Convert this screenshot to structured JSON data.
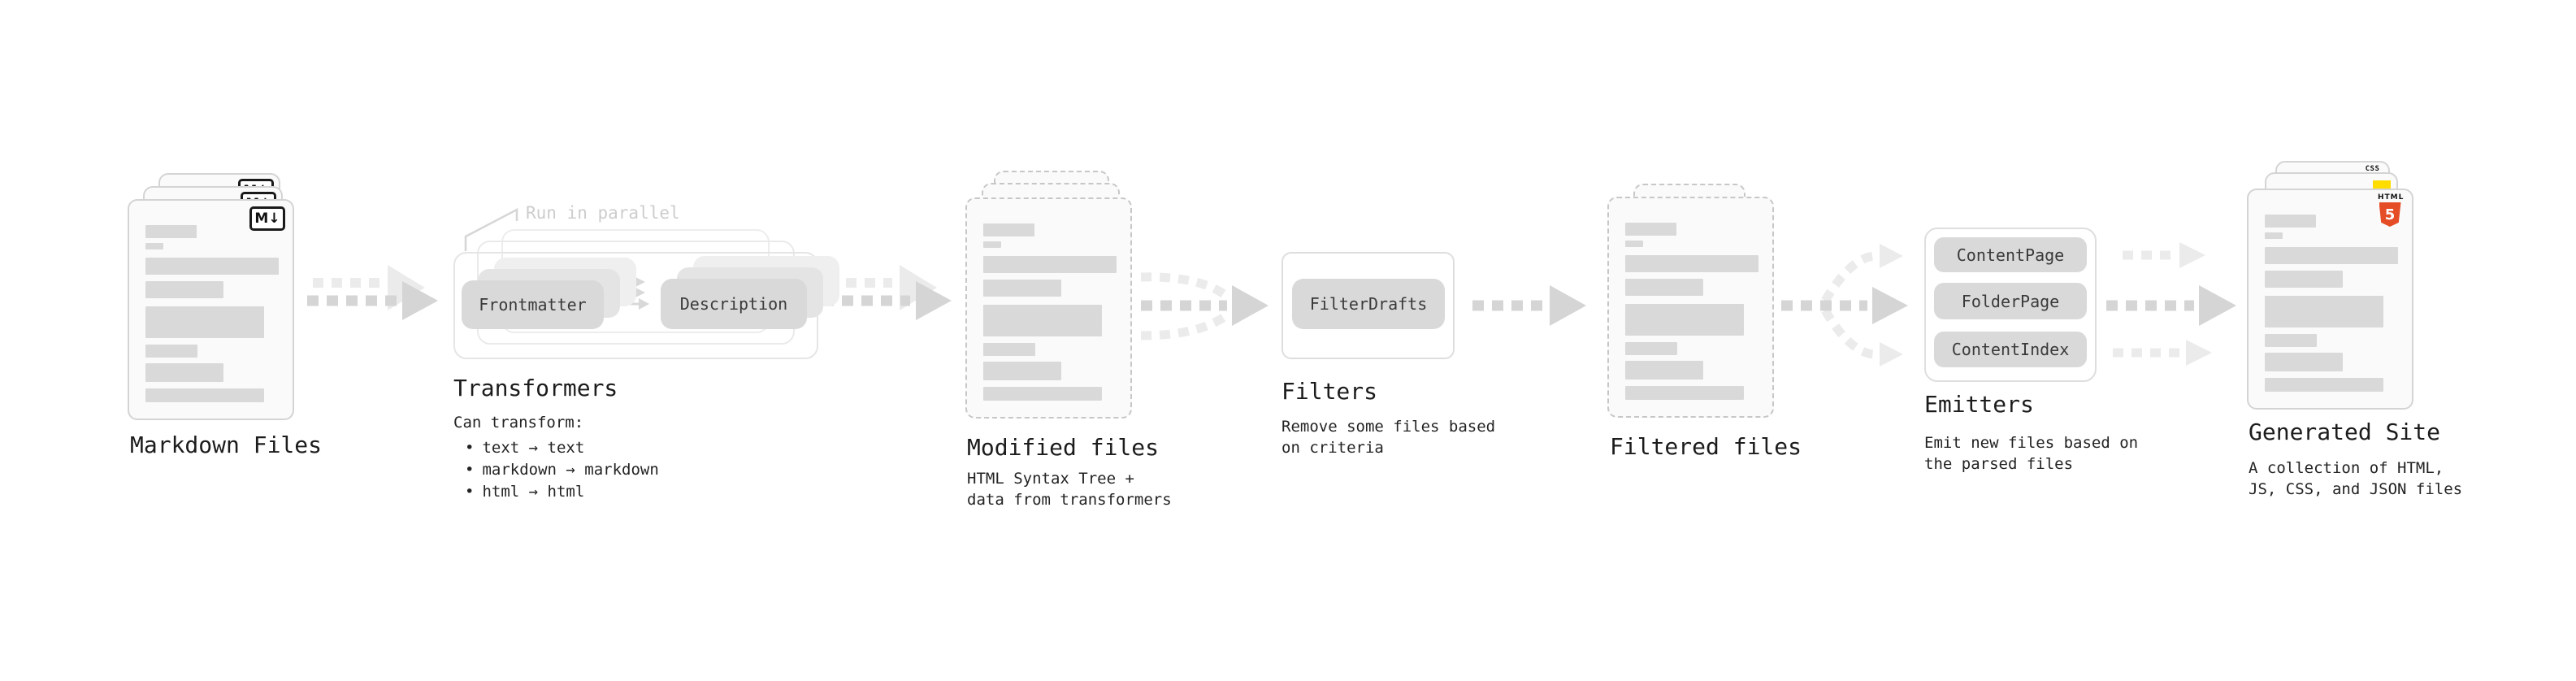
{
  "colors": {
    "doc_fill": "#fafafa",
    "doc_border": "#d4d4d4",
    "doc_border_dashed": "#c7c7c7",
    "bar": "#d9d9d9",
    "button_fill": "#d9d9d9",
    "button_layer_1": "#e4e4e4",
    "button_layer_2": "#efefef",
    "box_border": "#dedede",
    "tbox_front": "#e5e5e5",
    "tbox_mid": "#eaeaea",
    "tbox_back": "#ededed",
    "arrow": "#d5d5d5",
    "arrow_light": "#ebebeb",
    "heading": "#1c1c1c",
    "body": "#232323",
    "button_text": "#3a3a3a",
    "annotation": "#cdcdcd",
    "html5_orange": "#e44d26",
    "js_yellow": "#ffdd00",
    "css_blue": "#2e6df6"
  },
  "stages": {
    "markdown_files": {
      "title": "Markdown Files",
      "badge": "M↓"
    },
    "transformers": {
      "title": "Transformers",
      "annotation": "Run in parallel",
      "buttons": [
        "Frontmatter",
        "Description"
      ],
      "desc_intro": "Can transform:",
      "bullet_char": "•",
      "bullets": [
        "text → text",
        "markdown → markdown",
        "html → html"
      ]
    },
    "modified_files": {
      "title": "Modified files",
      "desc_lines": [
        "HTML Syntax Tree +",
        "data from transformers"
      ]
    },
    "filters": {
      "title": "Filters",
      "buttons": [
        "FilterDrafts"
      ],
      "desc_lines": [
        "Remove some files based",
        "on criteria"
      ]
    },
    "filtered_files": {
      "title": "Filtered files"
    },
    "emitters": {
      "title": "Emitters",
      "buttons": [
        "ContentPage",
        "FolderPage",
        "ContentIndex"
      ],
      "desc_lines": [
        "Emit new files based on",
        "the parsed files"
      ]
    },
    "generated_site": {
      "title": "Generated Site",
      "desc_lines": [
        "A collection of HTML,",
        "JS, CSS, and JSON files"
      ],
      "badges": {
        "css": "CSS",
        "html_label": "HTML",
        "html_number": "5"
      }
    }
  }
}
